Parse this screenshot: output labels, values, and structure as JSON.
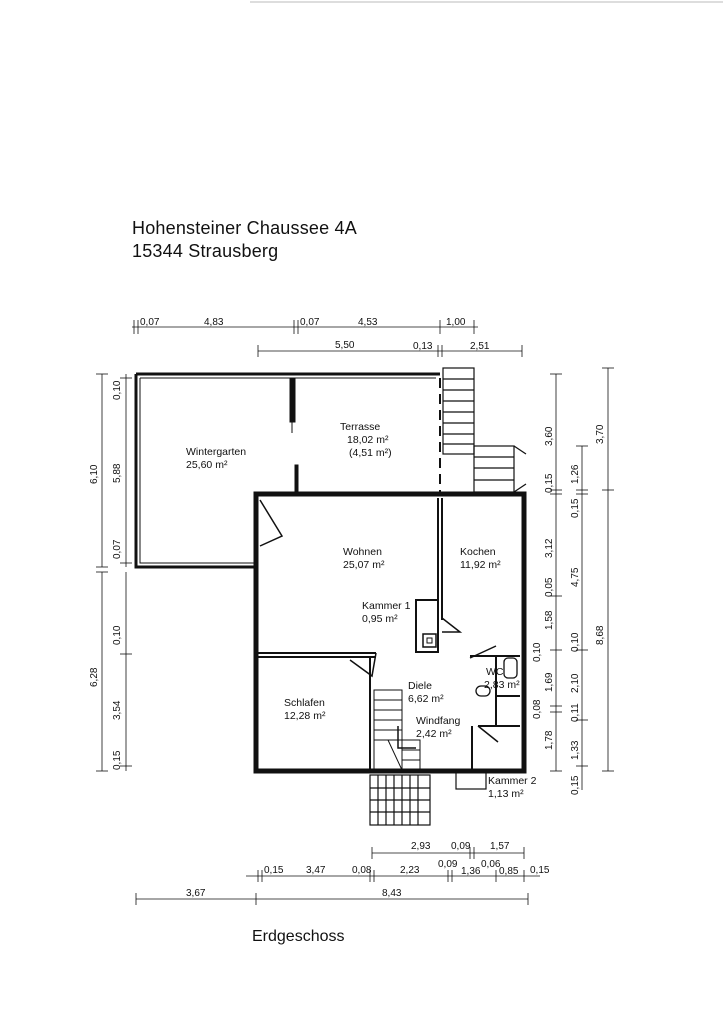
{
  "address": {
    "street": "Hohensteiner Chaussee 4A",
    "city": "15344 Strausberg"
  },
  "floor_title": "Erdgeschoss",
  "rooms": {
    "wintergarten": {
      "name": "Wintergarten",
      "area": "25,60 m²"
    },
    "terrasse": {
      "name": "Terrasse",
      "area": "18,02 m²",
      "extra": "(4,51 m²)"
    },
    "wohnen": {
      "name": "Wohnen",
      "area": "25,07 m²"
    },
    "kochen": {
      "name": "Kochen",
      "area": "11,92 m²"
    },
    "kammer1": {
      "name": "Kammer 1",
      "area": "0,95 m²"
    },
    "wc": {
      "name": "WC",
      "area": "2,83 m²"
    },
    "diele": {
      "name": "Diele",
      "area": "6,62 m²"
    },
    "schlafen": {
      "name": "Schlafen",
      "area": "12,28 m²"
    },
    "windfang": {
      "name": "Windfang",
      "area": "2,42 m²"
    },
    "kammer2": {
      "name": "Kammer 2",
      "area": "1,13 m²"
    }
  },
  "dims": {
    "top1": [
      "0,07",
      "4,83",
      "0,07",
      "4,53",
      "1,00"
    ],
    "top2": [
      "5,50",
      "0,13",
      "2,51"
    ],
    "left_upper_outer": "6,10",
    "left_upper_inner": [
      "0,10",
      "5,88",
      "0,07"
    ],
    "left_lower_outer": "6,28",
    "left_lower_inner": [
      "0,10",
      "3,54",
      "0,15"
    ],
    "right_col1": [
      "3,60",
      "0,15",
      "3,12",
      "0,05",
      "1,58",
      "0,10",
      "1,69",
      "0,08",
      "1,78"
    ],
    "right_col2": [
      "1,26",
      "0,15",
      "4,75",
      "0,10",
      "2,10",
      "0,11",
      "1,33",
      "0,15"
    ],
    "right_col3": [
      "3,70",
      "8,68"
    ],
    "bottom1": [
      "2,93",
      "0,09",
      "1,57"
    ],
    "bottom2": [
      "0,15",
      "3,47",
      "0,08",
      "2,23",
      "0,09",
      "0,06",
      "1,36",
      "0,85",
      "0,15"
    ],
    "bottom3": [
      "3,67",
      "8,43"
    ]
  }
}
